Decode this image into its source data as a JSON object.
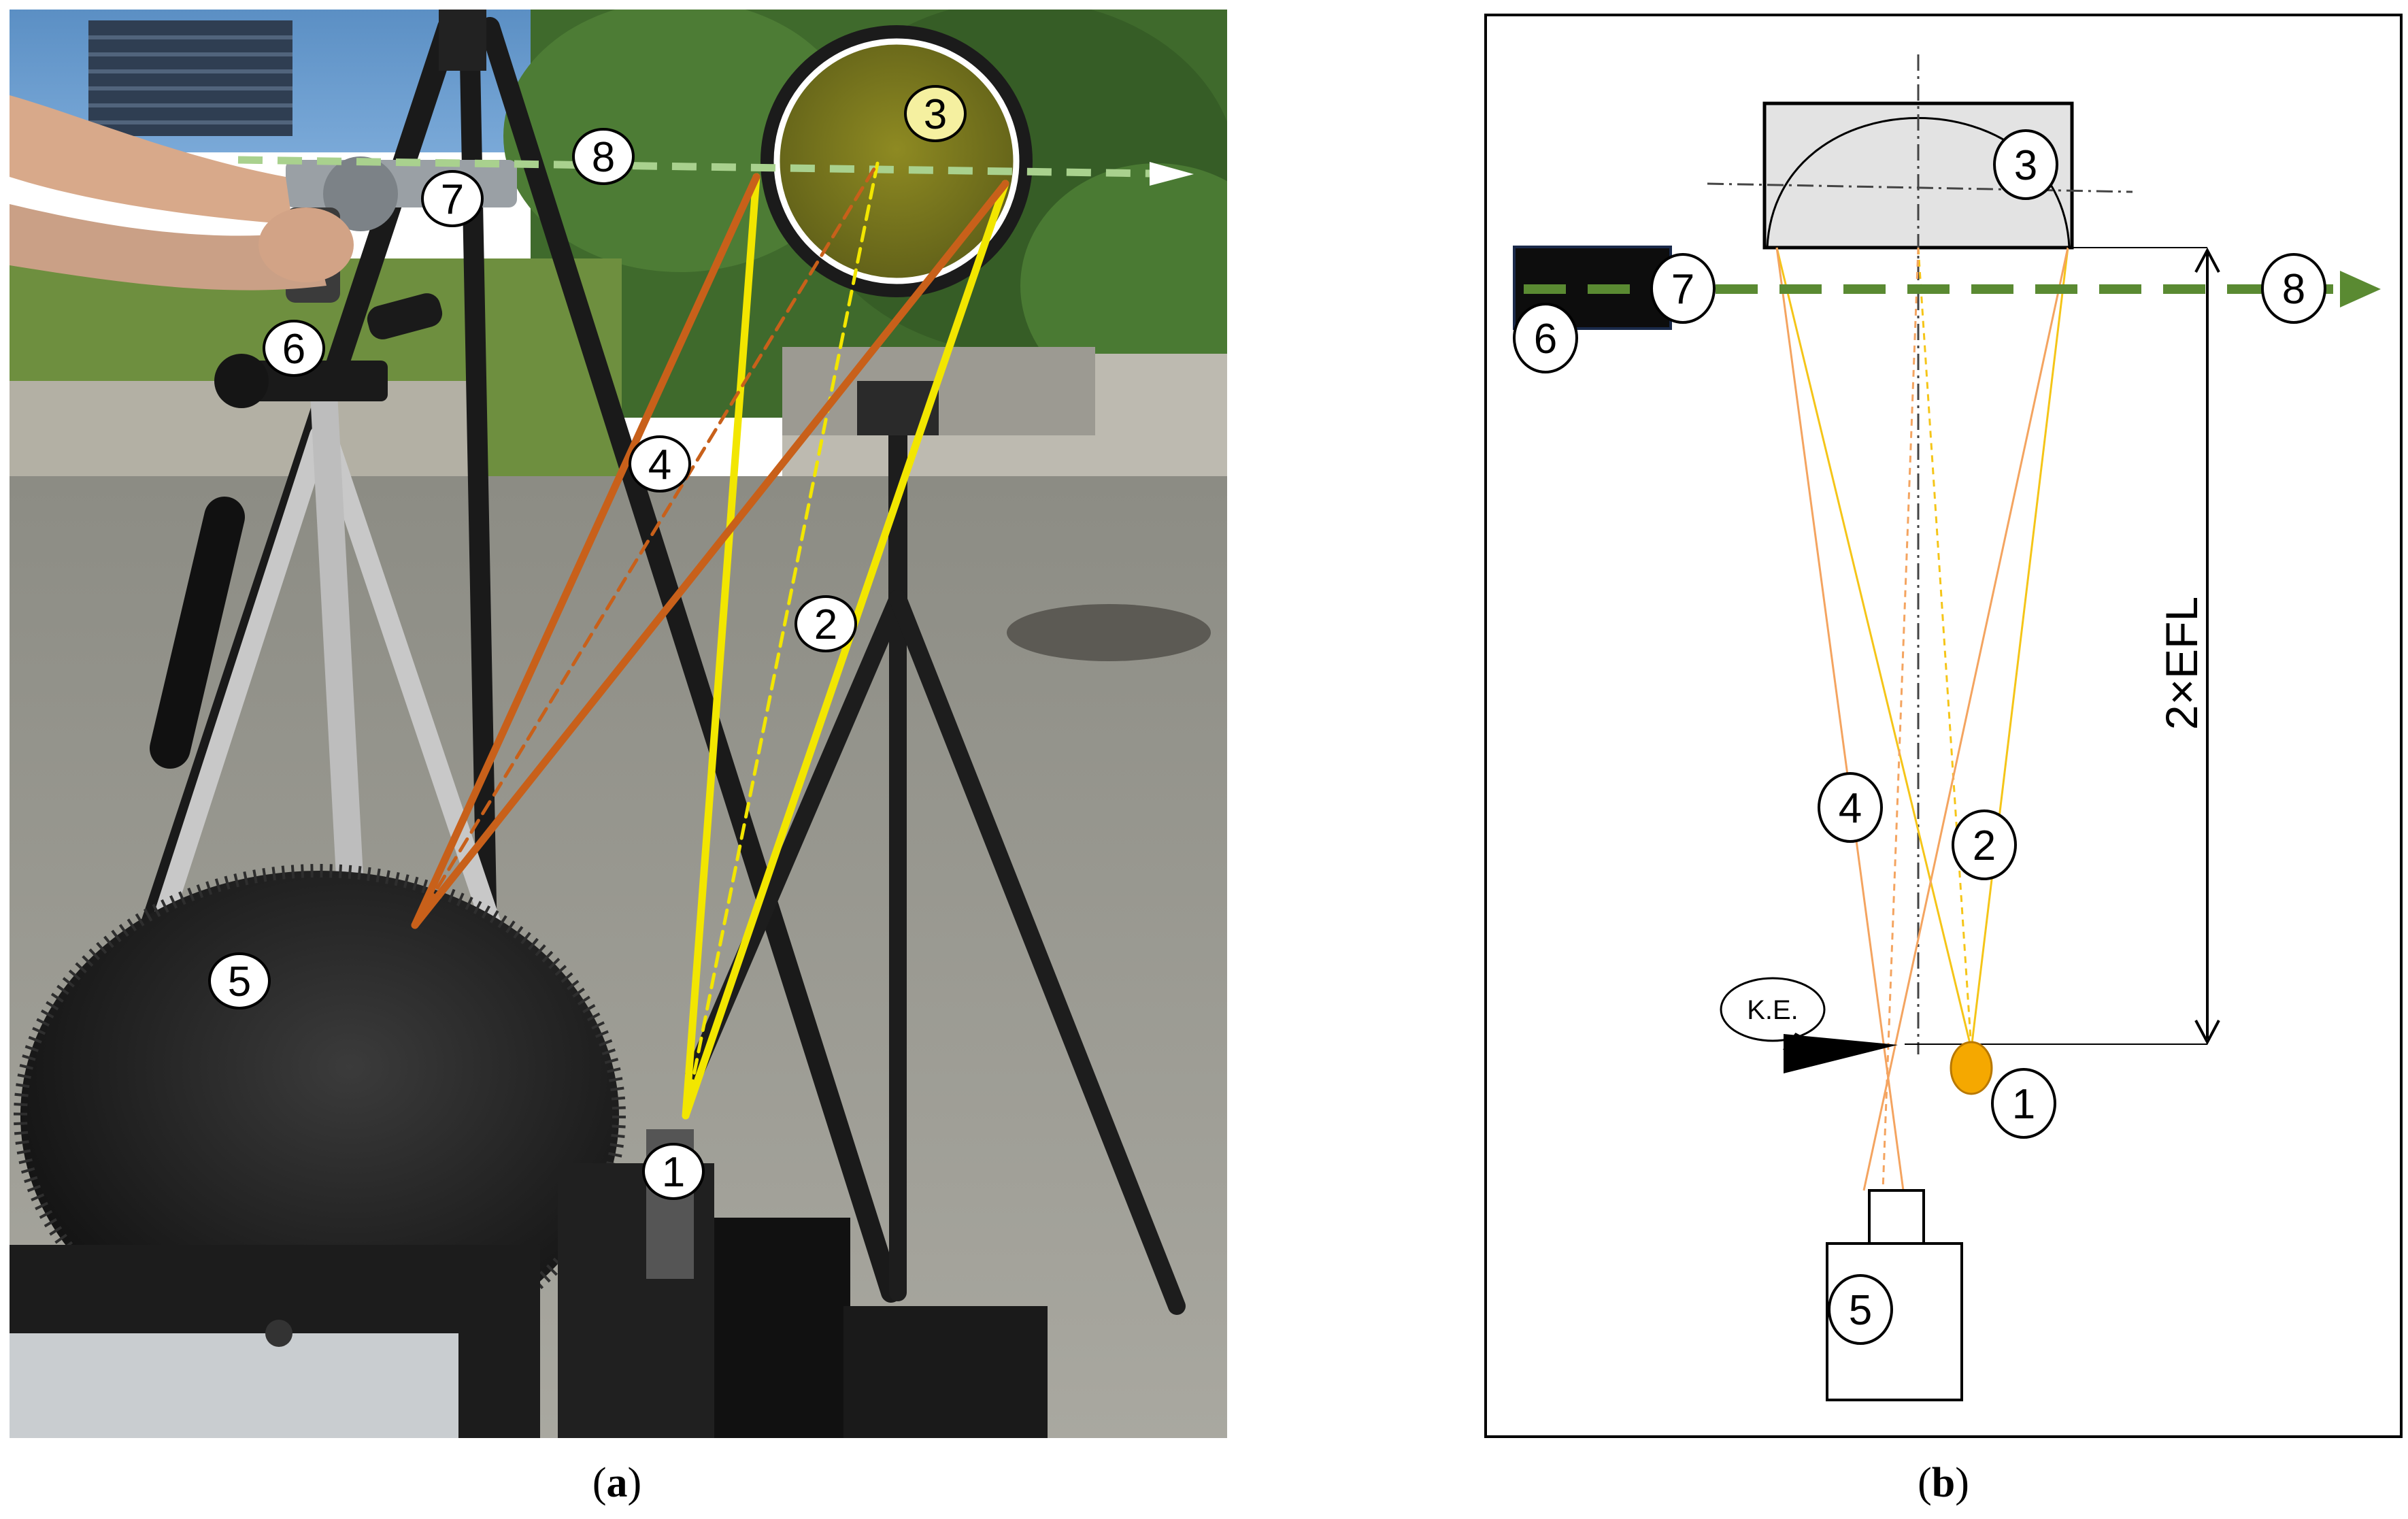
{
  "panels": {
    "a": {
      "caption_open": "(",
      "caption_letter": "a",
      "caption_close": ")"
    },
    "b": {
      "caption_open": "(",
      "caption_letter": "b",
      "caption_close": ")"
    }
  },
  "photo_callouts": {
    "c1": "1",
    "c2": "2",
    "c3": "3",
    "c4": "4",
    "c5": "5",
    "c6": "6",
    "c7": "7",
    "c8": "8"
  },
  "schematic_callouts": {
    "c1": "1",
    "c2": "2",
    "c3": "3",
    "c4": "4",
    "c5": "5",
    "c6": "6",
    "c7": "7",
    "c8": "8"
  },
  "schematic": {
    "dimension_label": "2×EFL",
    "knife_edge_label": "K.E."
  },
  "colors": {
    "ray_yellow": "#f2e600",
    "ray_orange": "#c8601a",
    "schematic_orange": "#f4a460",
    "schematic_yellow": "#f5c518",
    "laser_green": "#5a8a32",
    "mirror_tint": "#7a7a1c",
    "source_dot": "#f5a800"
  }
}
